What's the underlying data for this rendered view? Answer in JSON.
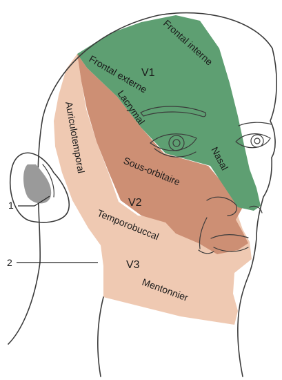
{
  "colors": {
    "v1_region": "#5e9f72",
    "v2_region": "#cd8f74",
    "v3_region": "#efc9b2",
    "ear_patch": "#9a9a9a"
  },
  "labels": {
    "v1": "V1",
    "v2": "V2",
    "v3": "V3",
    "frontal_interne": "Frontal interne",
    "frontal_externe": "Frontal externe",
    "lacrymal": "Lacrymal",
    "nasal": "Nasal",
    "sous_orbitaire": "Sous-orbitaire",
    "auriculotemporal": "Auriculotemporal",
    "temporobuccal": "Temporobuccal",
    "mentonnier": "Mentonnier",
    "marker_1": "1",
    "marker_2": "2"
  }
}
